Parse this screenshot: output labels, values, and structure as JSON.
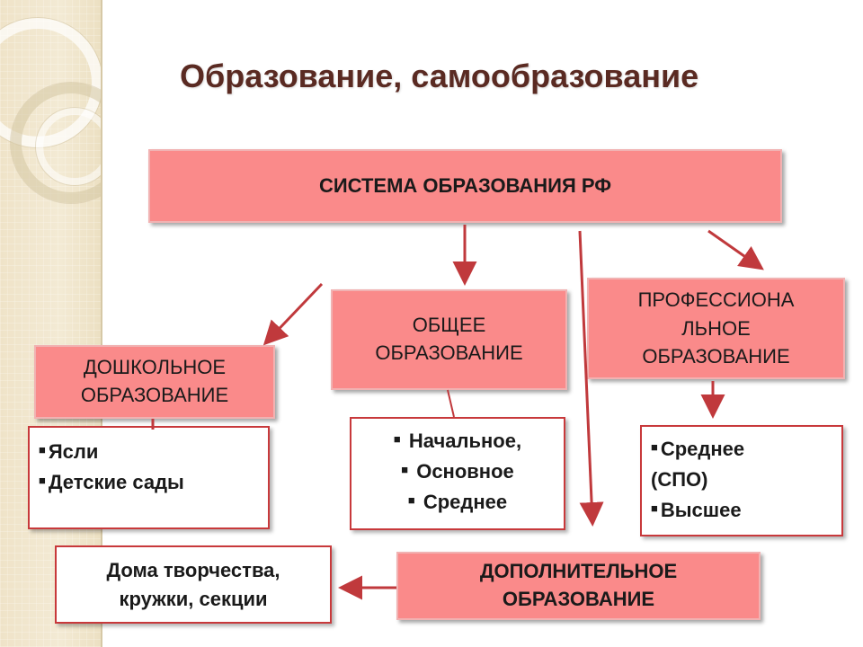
{
  "title": "Образование, самообразование",
  "system": {
    "label": "СИСТЕМА ОБРАЗОВАНИЯ РФ"
  },
  "general": {
    "label_lines": [
      "ОБЩЕЕ",
      "ОБРАЗОВАНИЕ"
    ],
    "items": [
      "Начальное,",
      "Основное",
      "Среднее"
    ]
  },
  "preschool": {
    "label_lines": [
      "ДОШКОЛЬНОЕ",
      "ОБРАЗОВАНИЕ"
    ],
    "items": [
      "Ясли",
      "Детские сады"
    ]
  },
  "professional": {
    "label_lines": [
      "ПРОФЕССИОНА",
      "ЛЬНОЕ",
      "ОБРАЗОВАНИЕ"
    ],
    "items": [
      "Среднее",
      "(СПО)",
      "Высшее"
    ]
  },
  "additional": {
    "label_lines": [
      "ДОПОЛНИТЕЛЬНОЕ",
      "ОБРАЗОВАНИЕ"
    ],
    "details_lines": [
      "Дома творчества,",
      "кружки, секции"
    ]
  },
  "colors": {
    "box_fill": "#fa8a8a",
    "arrow": "#c0393c",
    "title": "#5a2a22"
  }
}
